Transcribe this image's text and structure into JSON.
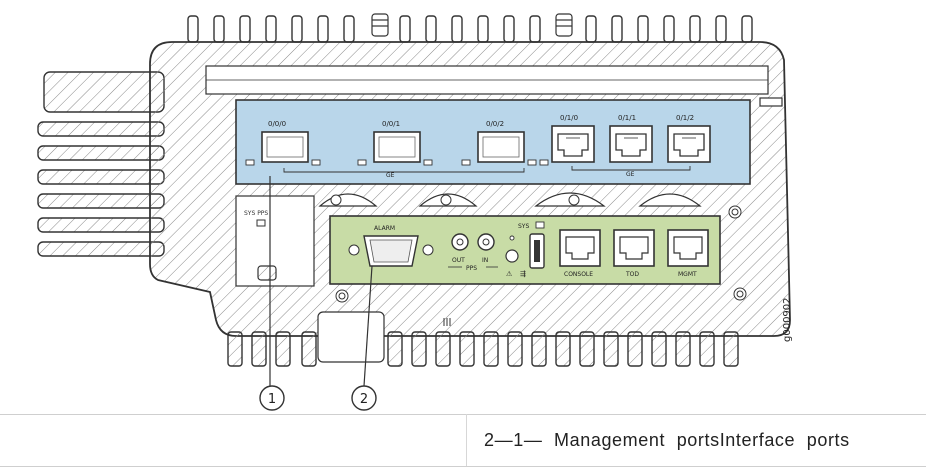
{
  "figure_id": "g000902",
  "callouts": [
    {
      "number": "1"
    },
    {
      "number": "2"
    }
  ],
  "interface_ports": {
    "sfp_labels": [
      "0/0/0",
      "0/0/1",
      "0/0/2"
    ],
    "rj45_labels": [
      "0/1/0",
      "0/1/1",
      "0/1/2"
    ],
    "group_label_left": "GE",
    "group_label_right": "GE"
  },
  "management_ports": {
    "alarm_label": "ALARM",
    "pps_out": "OUT",
    "pps_in": "IN",
    "pps_label": "PPS",
    "sys_label": "SYS",
    "console_label": "CONSOLE",
    "tod_label": "TOD",
    "mgmt_label": "MGMT"
  },
  "side_labels": {
    "sys_pps": "SYS PPS"
  },
  "legend": {
    "text": "2—1— Management portsInterface ports"
  },
  "colors": {
    "interface_panel": "#b9d6ea",
    "management_panel": "#c8dca6",
    "outline": "#333333",
    "hatch": "#8a8a8a"
  }
}
